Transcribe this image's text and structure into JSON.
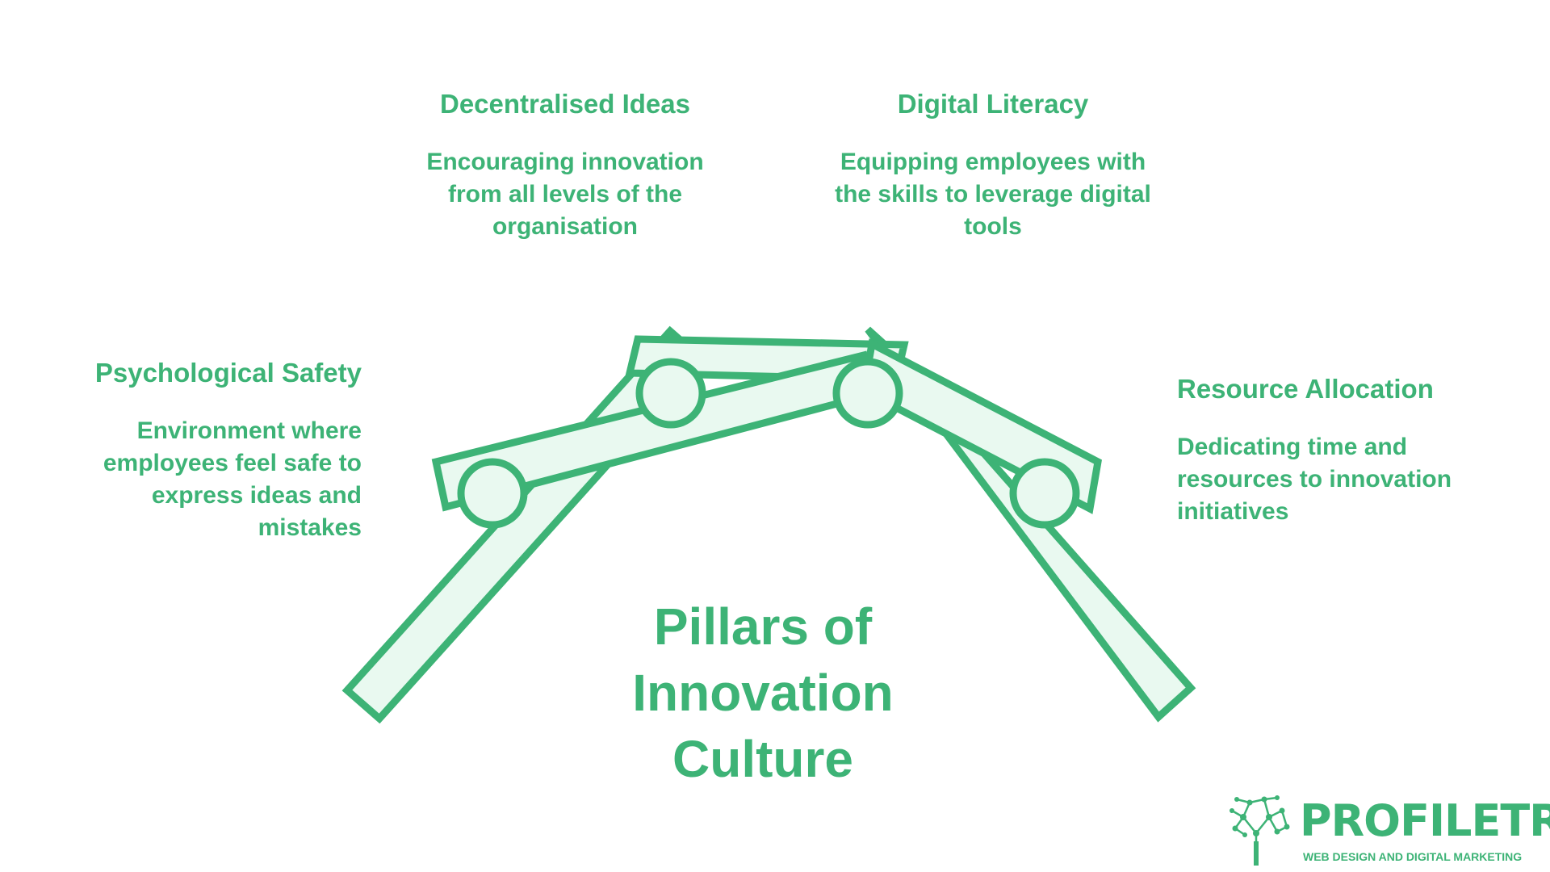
{
  "title": "Pillars of Innovation Culture",
  "title_lines": [
    "Pillars of",
    "Innovation",
    "Culture"
  ],
  "colors": {
    "primary": "#3db376",
    "fill": "#e9f9f0",
    "background": "#ffffff"
  },
  "pillars": [
    {
      "heading": "Decentralised Ideas",
      "description": "Encouraging innovation from all levels of the organisation"
    },
    {
      "heading": "Digital Literacy",
      "description": "Equipping employees with the skills to leverage digital tools"
    },
    {
      "heading": "Psychological Safety",
      "description": "Environment where employees feel safe to express ideas and mistakes"
    },
    {
      "heading": "Resource Allocation",
      "description": "Dedicating time and resources to innovation initiatives"
    }
  ],
  "logo": {
    "wordmark": "PROFILETREE",
    "tagline": "WEB DESIGN AND DIGITAL MARKETING",
    "icon": "tree-network-icon"
  }
}
